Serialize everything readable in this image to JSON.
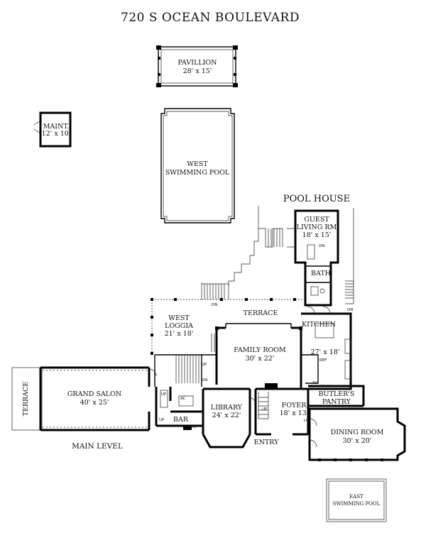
{
  "title": "720 S OCEAN BOULEVARD",
  "level_label": "MAIN LEVEL",
  "pool_house_label": "POOL HOUSE",
  "rooms": {
    "pavillion": {
      "name": "PAVILLION",
      "size": "28' x 15'"
    },
    "maint": {
      "name": "MAINT.",
      "size": "12' x 10'"
    },
    "west_pool": {
      "line1": "WEST",
      "line2": "SWIMMING POOL"
    },
    "guest_living": {
      "line1": "GUEST",
      "line2": "LIVING RM",
      "size": "18' x 15'"
    },
    "bath": {
      "name": "BATH"
    },
    "terrace_top": {
      "name": "TERRACE"
    },
    "west_loggia": {
      "line1": "WEST",
      "line2": "LOGGIA",
      "size": "21' x 18'"
    },
    "kitchen": {
      "name": "KITCHEN",
      "size": "27' x 18'"
    },
    "family_room": {
      "name": "FAMILY ROOM",
      "size": "30' x 22'"
    },
    "terrace_left": {
      "name": "TERRACE"
    },
    "grand_salon": {
      "name": "GRAND SALON",
      "size": "40' x 25'"
    },
    "library": {
      "name": "LIBRARY",
      "size": "24' x 22'"
    },
    "foyer": {
      "name": "FOYER",
      "size": "18' x 13'"
    },
    "butlers_pantry": {
      "line1": "BUTLER'S",
      "line2": "PANTRY"
    },
    "dining_room": {
      "name": "DINING ROOM",
      "size": "30' x 20'"
    },
    "entry": {
      "name": "ENTRY"
    },
    "bar": {
      "name": "BAR"
    },
    "east_pool": {
      "line1": "EAST",
      "line2": "SWIMMING POOL"
    }
  },
  "small_labels": {
    "dn": "DN",
    "up": "UP",
    "ref": "REF",
    "ac": "AC"
  }
}
